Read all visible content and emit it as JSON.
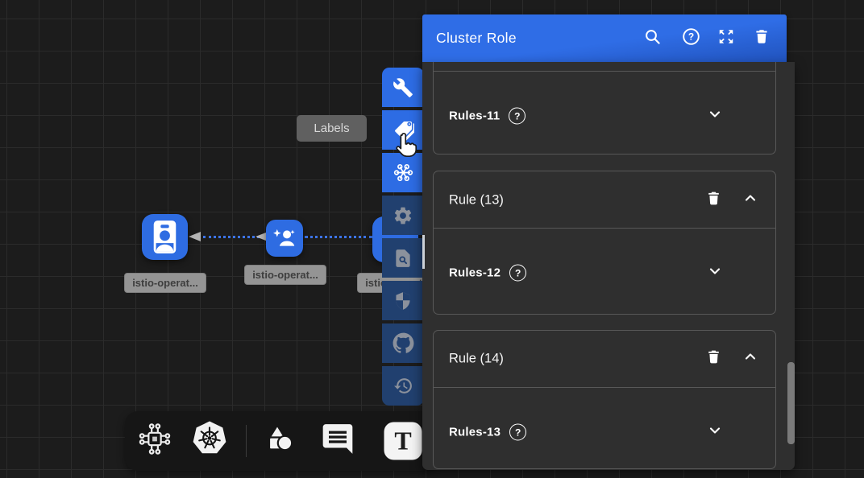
{
  "colors": {
    "accent_blue": "#2d6ce4",
    "toolbar_inactive_blue": "#21406f",
    "panel_bg": "#2f2f2f",
    "canvas_bg": "#1c1c1c",
    "header_gradient": [
      "#2f6de6",
      "#2153bd"
    ],
    "node_blue": "#2e6ce2"
  },
  "panel": {
    "title": "Cluster Role",
    "help_glyph": "?",
    "sections": {
      "s0": {
        "rules_label": "Rules-11"
      },
      "s1": {
        "rule_title": "Rule (13)",
        "rules_label": "Rules-12"
      },
      "s2": {
        "rule_title": "Rule (14)",
        "rules_label": "Rules-13"
      }
    }
  },
  "tooltip": {
    "text": "Labels"
  },
  "canvas": {
    "nodes": {
      "n1": {
        "label": "istio-operat..."
      },
      "n2": {
        "label": "istio-operat..."
      },
      "n3": {
        "label": "istio-operat..."
      }
    }
  },
  "bottom_bar": {
    "text_glyph": "T"
  }
}
